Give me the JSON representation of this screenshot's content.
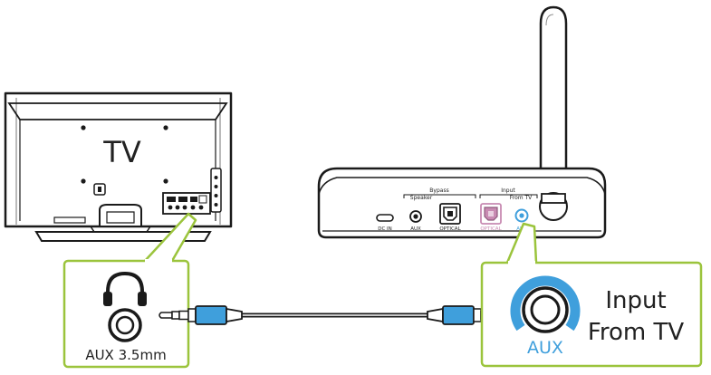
{
  "tv": {
    "label": "TV"
  },
  "left_callout": {
    "port_label": "AUX 3.5mm"
  },
  "transmitter": {
    "bypass_label_line1": "Bypass",
    "bypass_label_line2": "Speaker",
    "input_label_line1": "Input",
    "input_label_line2": "From TV",
    "port_dcin": "DC IN",
    "port_aux_bypass": "AUX",
    "port_optical_bypass": "OPTICAL",
    "port_optical_input": "OPTICAL",
    "port_aux_input": "AUX"
  },
  "right_callout": {
    "port_label": "AUX",
    "title_line1": "Input",
    "title_line2": "From TV"
  },
  "colors": {
    "callout_border": "#9bc43c",
    "aux_blue": "#3f9fdc",
    "optical_pink": "#c88bb2",
    "line": "#1a1a1a"
  }
}
